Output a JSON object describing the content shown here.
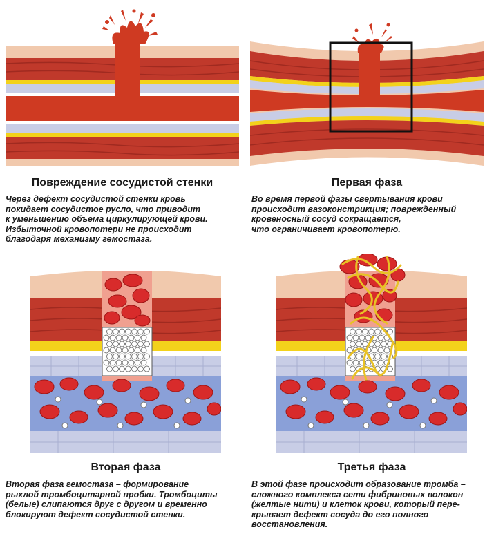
{
  "colors": {
    "muscle": "#c0392b",
    "muscle_dark": "#a02a20",
    "blood": "#cf3a22",
    "adventitia": "#f1c9ad",
    "yellow": "#f3d21b",
    "endothelium": "#c8cde6",
    "rbc": "#d82b2b",
    "platelet": "#ffffff",
    "fibrin": "#e8c126",
    "frame": "#111111"
  },
  "panels": [
    {
      "title": "Повреждение сосудистой стенки",
      "lines": [
        "Через дефект сосудистой стенки кровь",
        "покидает сосудистое русло, что приводит",
        "к уменьшению объема циркулирующей крови.",
        "Избыточной кровопотери не происходит",
        "благодаря механизму гемостаза."
      ]
    },
    {
      "title": "Первая фаза",
      "lines": [
        "Во время первой фазы свертывания крови",
        "происходит вазоконстрикция; поврежденный",
        "кровеносный сосуд сокращается,",
        "что ограничивает кровопотерю."
      ]
    },
    {
      "title": "Вторая фаза",
      "lines": [
        "Вторая фаза гемостаза – формирование",
        "рыхлой тромбоцитарной пробки. Тромбоциты",
        "(белые) слипаются друг с другом и временно",
        "блокируют дефект сосудистой стенки."
      ]
    },
    {
      "title": "Третья фаза",
      "lines": [
        "В этой фазе происходит образование тромба –",
        "сложного комплекса сети фибриновых волокон",
        "(желтые нити) и клеток крови, который пере-",
        "крывает дефект сосуда до его полного",
        "восстановления."
      ]
    }
  ]
}
